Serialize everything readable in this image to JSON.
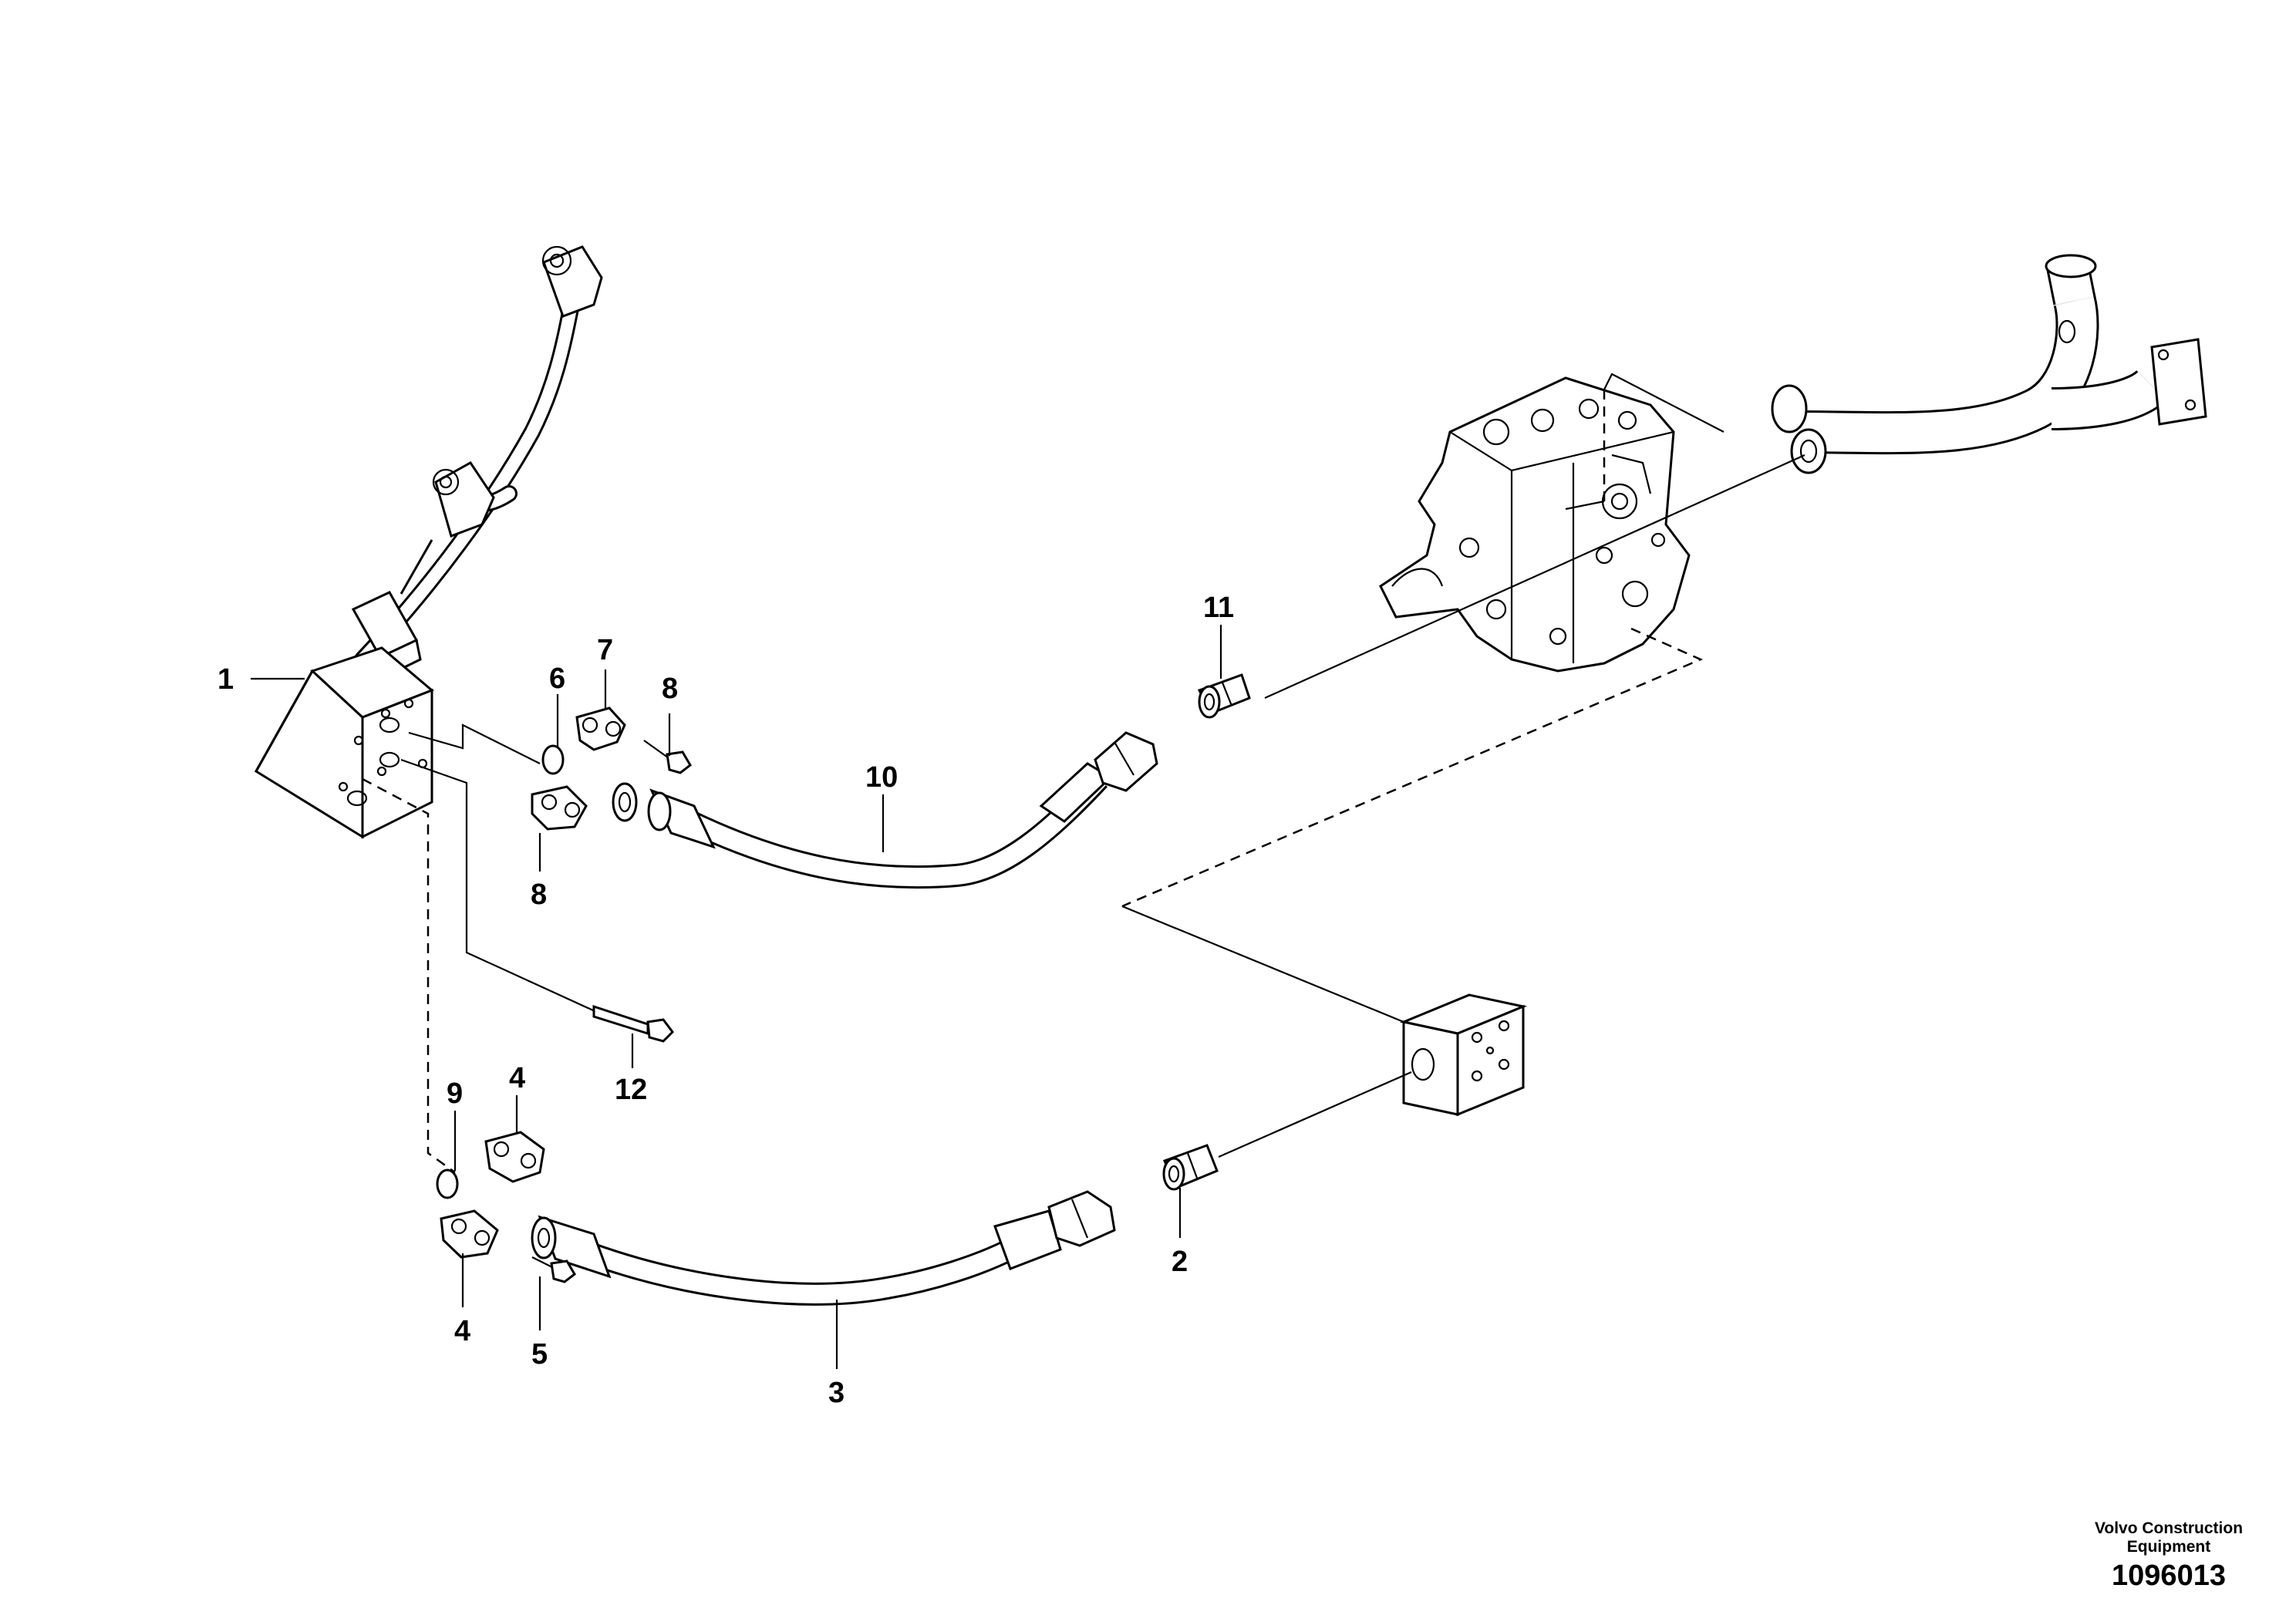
{
  "labels": {
    "l1": "1",
    "l2": "2",
    "l3": "3",
    "l4a": "4",
    "l4b": "4",
    "l5": "5",
    "l6": "6",
    "l7": "7",
    "l8a": "8",
    "l8b": "8",
    "l9": "9",
    "l10": "10",
    "l11": "11",
    "l12": "12"
  },
  "caption": {
    "line1": "Volvo Construction",
    "line2": "Equipment",
    "number": "1096013"
  }
}
